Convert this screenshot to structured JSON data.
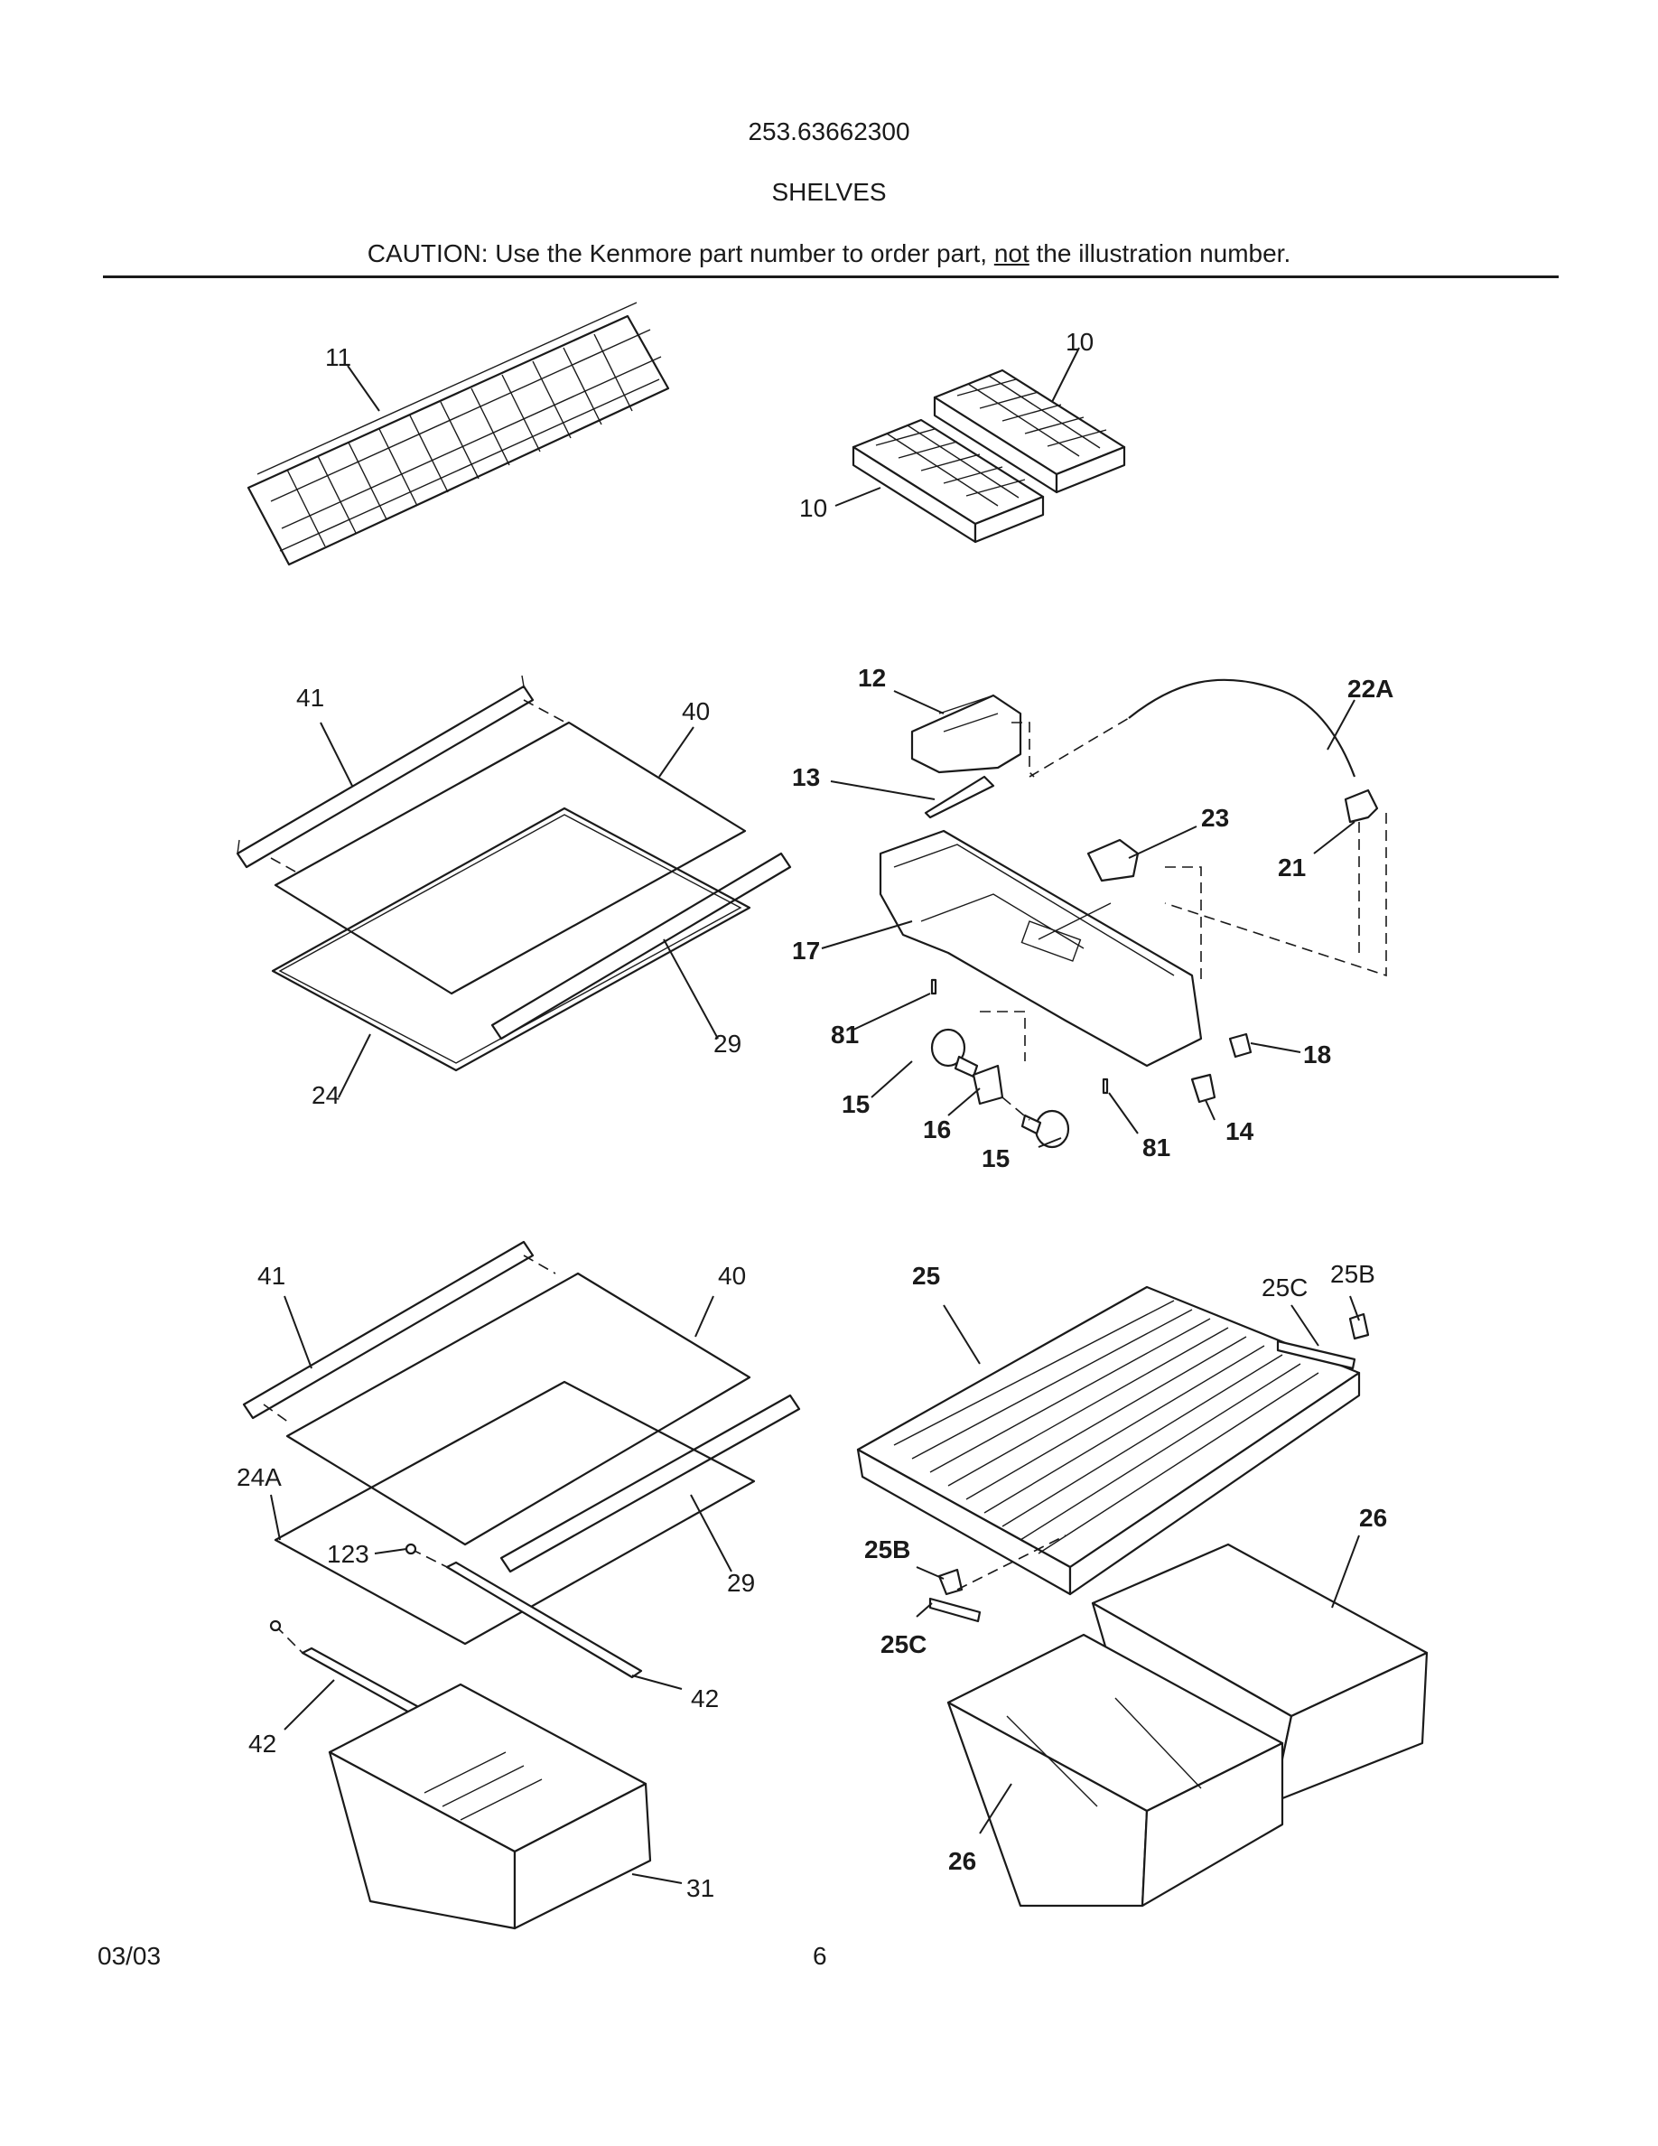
{
  "header": {
    "model_number": "253.63662300",
    "section_title": "SHELVES",
    "caution_prefix": "CAUTION: Use the Kenmore part number to order part, ",
    "caution_not": "not",
    "caution_suffix": " the illustration number."
  },
  "footer": {
    "date": "03/03",
    "page_number": "6"
  },
  "callouts": {
    "c11": "11",
    "c10a": "10",
    "c10b": "10",
    "c41a": "41",
    "c40a": "40",
    "c29a": "29",
    "c24": "24",
    "c12": "12",
    "c22a": "22A",
    "c13": "13",
    "c23": "23",
    "c21": "21",
    "c17": "17",
    "c81a": "81",
    "c81b": "81",
    "c18": "18",
    "c15a": "15",
    "c16": "16",
    "c15b": "15",
    "c14": "14",
    "c41b": "41",
    "c40b": "40",
    "c24a": "24A",
    "c123": "123",
    "c29b": "29",
    "c42a": "42",
    "c42b": "42",
    "c31": "31",
    "c25": "25",
    "c25ca": "25C",
    "c25ba": "25B",
    "c26a": "26",
    "c25bb": "25B",
    "c25cb": "25C",
    "c26b": "26"
  }
}
